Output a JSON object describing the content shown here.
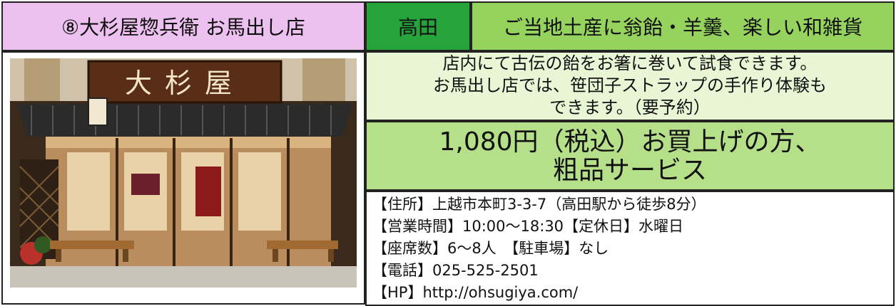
{
  "header": {
    "shop_name": "⑧大杉屋惣兵衛 お馬出し店",
    "area": "高田",
    "category": "ご当地土産に翁飴・羊羹、楽しい和雑貨"
  },
  "photo": {
    "sign_text": "大杉屋"
  },
  "description": {
    "lines": [
      "店内にて古伝の飴をお箸に巻いて試食できます。",
      "お馬出し店では、笹団子ストラップの手作り体験も",
      "できます。（要予約）"
    ]
  },
  "offer": {
    "lines": [
      "1,080円（税込）お買上げの方、",
      "粗品サービス"
    ]
  },
  "info": {
    "address": "【住所】上越市本町3-3-7（高田駅から徒歩8分）",
    "hours": "【営業時間】10:00～18:30【定休日】水曜日",
    "seats_parking": "【座席数】6～8人　【駐車場】なし",
    "phone": "【電話】025-525-2501",
    "hp": "【HP】http://ohsugiya.com/"
  },
  "colors": {
    "shop_bg": "#ecc1f0",
    "area_bg": "#27a33c",
    "category_bg": "#96d35e",
    "desc_bg": "#e8f6d6",
    "offer_bg": "#b5e089"
  }
}
